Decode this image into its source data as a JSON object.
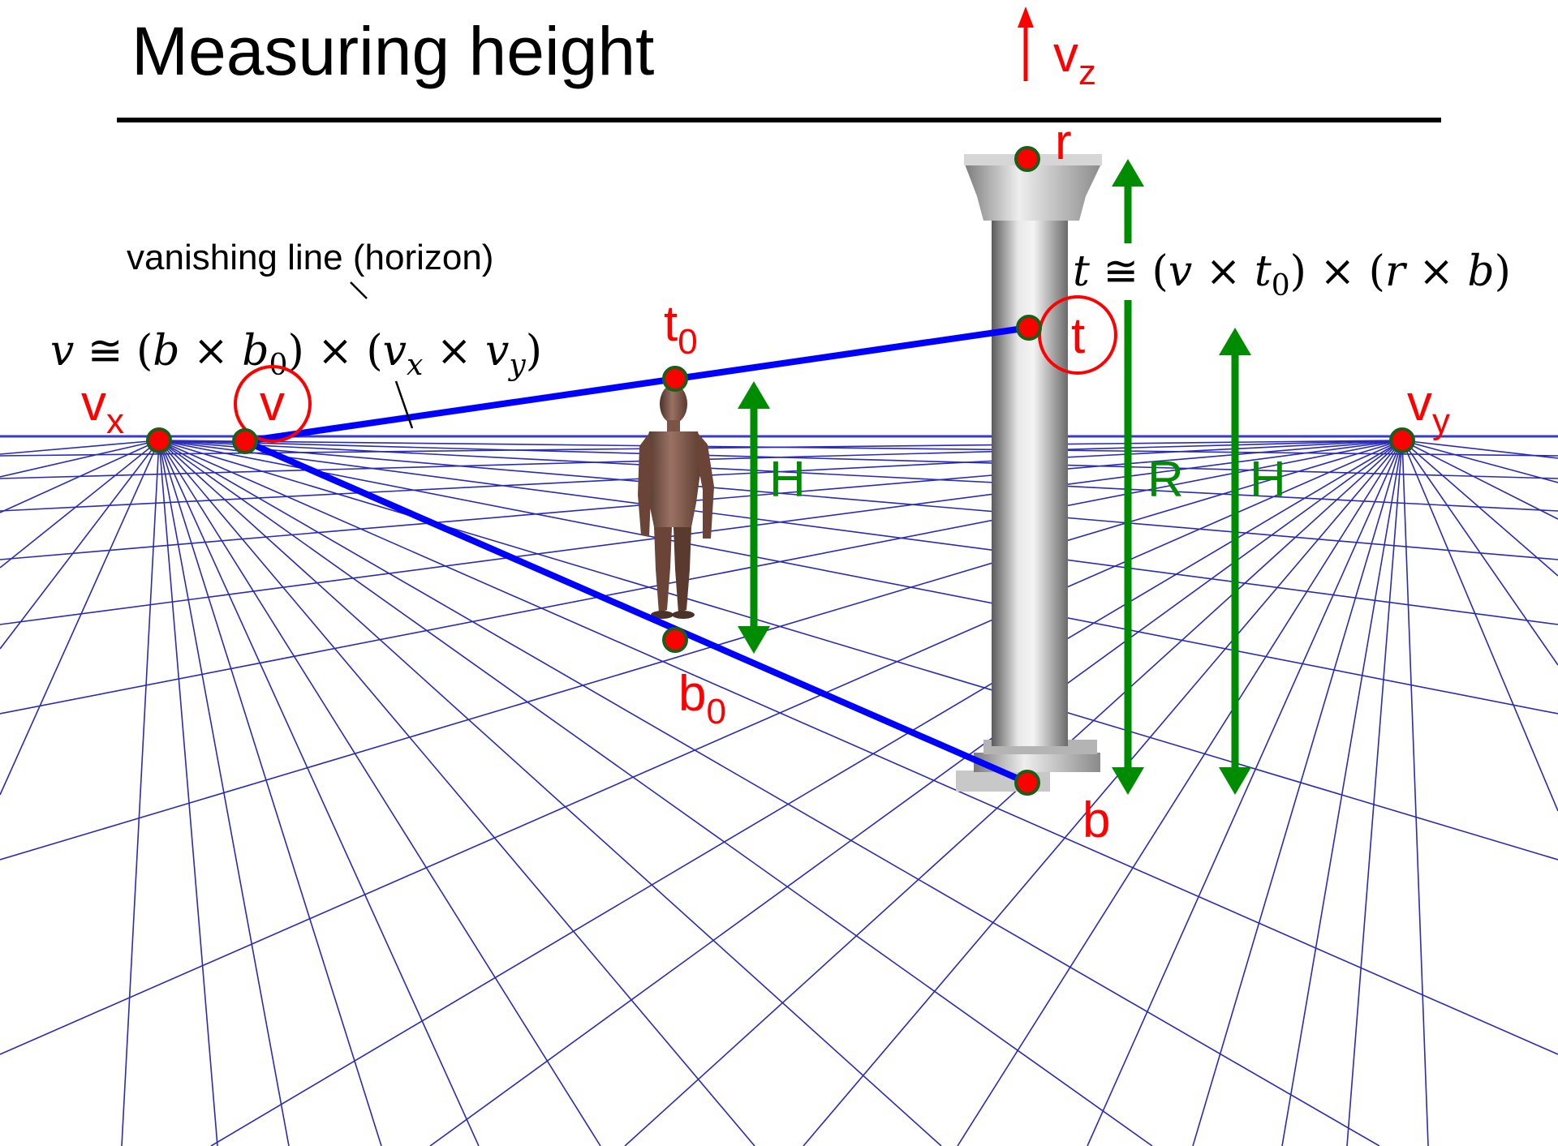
{
  "title": "Measuring height",
  "vz_label": "v",
  "vz_sub": "z",
  "horizon_caption": "vanishing line (horizon)",
  "v_formula": {
    "lhs": "v",
    "parts": [
      "≅ (",
      "b",
      " × ",
      "b",
      "0",
      ") × (",
      "v",
      "x",
      " × ",
      "v",
      "y",
      ")"
    ]
  },
  "t_formula": {
    "lhs": "t",
    "parts": [
      "≅ (",
      "v",
      " × ",
      "t",
      "0",
      ") × (",
      "r",
      " × ",
      "b",
      ")"
    ]
  },
  "points": {
    "vx": {
      "label": "v",
      "sub": "x"
    },
    "vy": {
      "label": "v",
      "sub": "y"
    },
    "v": {
      "label": "v"
    },
    "t0": {
      "label": "t",
      "sub": "0"
    },
    "b0": {
      "label": "b",
      "sub": "0"
    },
    "t": {
      "label": "t"
    },
    "r": {
      "label": "r"
    },
    "b": {
      "label": "b"
    }
  },
  "arrows": {
    "H_person": "H",
    "R_column": "R",
    "H_column": "H"
  },
  "colors": {
    "grid": "#2a2ab8",
    "horizon": "#3a3ac8",
    "construction": "#0000ff",
    "point": "#ff0000",
    "point_ring": "#1a5e1a",
    "label_red": "#ff0000",
    "arrow_green": "#008c00",
    "text": "#000000"
  }
}
